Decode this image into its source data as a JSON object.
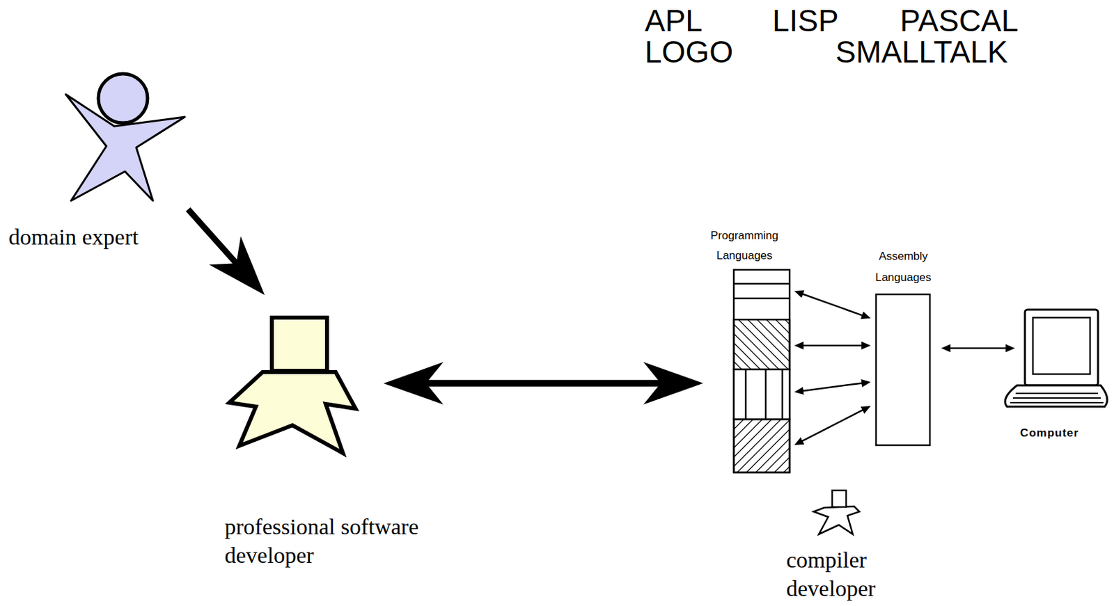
{
  "diagram": {
    "nodes": [
      {
        "text": [
          "domain expert"
        ]
      },
      {
        "text": [
          "professional software developer"
        ]
      },
      {
        "text": [
          "Programming Languages"
        ]
      },
      {
        "text": [
          "Assembly Languages"
        ]
      },
      {
        "text": [
          "Computer"
        ]
      },
      {
        "text": [
          "compiler developer"
        ]
      }
    ],
    "edges": [
      {
        "from": 0,
        "to": 1,
        "arrow": "to"
      },
      {
        "from": 1,
        "to": 2,
        "arrow": "both"
      },
      {
        "from": 2,
        "to": 3,
        "arrow": "both"
      },
      {
        "from": 2,
        "to": 3,
        "arrow": "both"
      },
      {
        "from": 2,
        "to": 3,
        "arrow": "both"
      },
      {
        "from": 2,
        "to": 3,
        "arrow": "both"
      },
      {
        "from": 3,
        "to": 4,
        "arrow": "both"
      }
    ],
    "labels": [
      "APL",
      "LISP",
      "PASCAL",
      "LOGO",
      "SMALLTALK"
    ]
  }
}
